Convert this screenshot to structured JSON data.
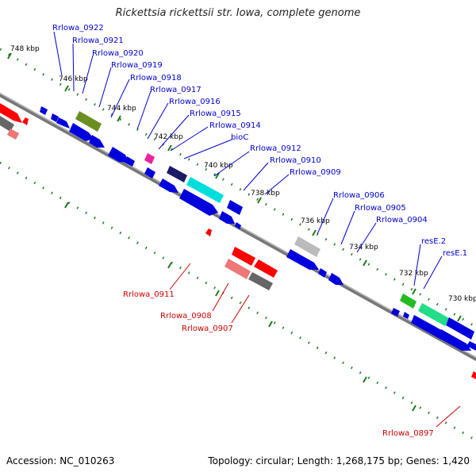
{
  "header": {
    "title": "Rickettsia rickettsii str. Iowa, complete genome"
  },
  "footer": {
    "accession": "Accession: NC_010263",
    "summary": "Topology: circular; Length: 1,268,175 bp; Genes: 1,420"
  },
  "colors": {
    "backbone": "#9a9a9a",
    "tick": "#1f7a1f",
    "forward_label": "#0000cc",
    "reverse_label": "#cc0000",
    "cds_blue": "#0000dd",
    "red": "#ff0000",
    "pink": "#ee7777",
    "gray": "#666666",
    "olive": "#6b8e23",
    "cyan": "#00dddd",
    "navy": "#1a1a66",
    "magenta": "#ee2299",
    "silver": "#bbbbbb",
    "green": "#22bb22",
    "seagreen": "#22dd88"
  },
  "scale": {
    "kbp_labels": [
      "748 kbp",
      "746 kbp",
      "744 kbp",
      "742 kbp",
      "740 kbp",
      "738 kbp",
      "736 kbp",
      "734 kbp",
      "732 kbp",
      "730 kbp"
    ]
  },
  "forward_labels": [
    "Rrlowa_0922",
    "Rrlowa_0921",
    "Rrlowa_0920",
    "Rrlowa_0919",
    "Rrlowa_0918",
    "Rrlowa_0917",
    "Rrlowa_0916",
    "Rrlowa_0915",
    "Rrlowa_0914",
    "bioC",
    "Rrlowa_0912",
    "Rrlowa_0910",
    "Rrlowa_0909",
    "Rrlowa_0906",
    "Rrlowa_0905",
    "Rrlowa_0904",
    "resE.2",
    "resE.1"
  ],
  "reverse_labels": [
    "Rrlowa_0911",
    "Rrlowa_0908",
    "Rrlowa_0907",
    "Rrlowa_0897"
  ]
}
